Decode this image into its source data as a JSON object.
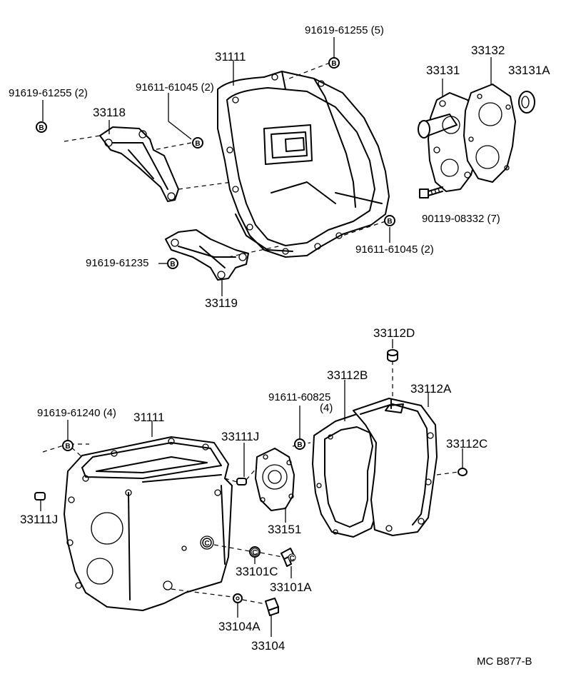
{
  "labels": {
    "p_91619_61255_5": "91619-61255 (5)",
    "p_31111_top": "31111",
    "p_33132": "33132",
    "p_33131": "33131",
    "p_33131A": "33131A",
    "p_91619_61255_2": "91619-61255 (2)",
    "p_91611_61045_2_a": "91611-61045 (2)",
    "p_33118": "33118",
    "p_90119_08332_7": "90119-08332 (7)",
    "p_91611_61045_2_b": "91611-61045 (2)",
    "p_91619_61235": "91619-61235",
    "p_33119": "33119",
    "p_33112D": "33112D",
    "p_33112B": "33112B",
    "p_33112A": "33112A",
    "p_91611_60825": "91611-60825",
    "p_91611_60825_qty": "(4)",
    "p_91619_61240_4": "91619-61240 (4)",
    "p_31111_bottom": "31111",
    "p_33111J_a": "33111J",
    "p_33112C": "33112C",
    "p_33111J_b": "33111J",
    "p_33151": "33151",
    "p_33101C": "33101C",
    "p_33101A": "33101A",
    "p_33104A": "33104A",
    "p_33104": "33104"
  },
  "markers": {
    "b": "B",
    "c": "C"
  },
  "footer": {
    "code": "MC  B877-B"
  }
}
